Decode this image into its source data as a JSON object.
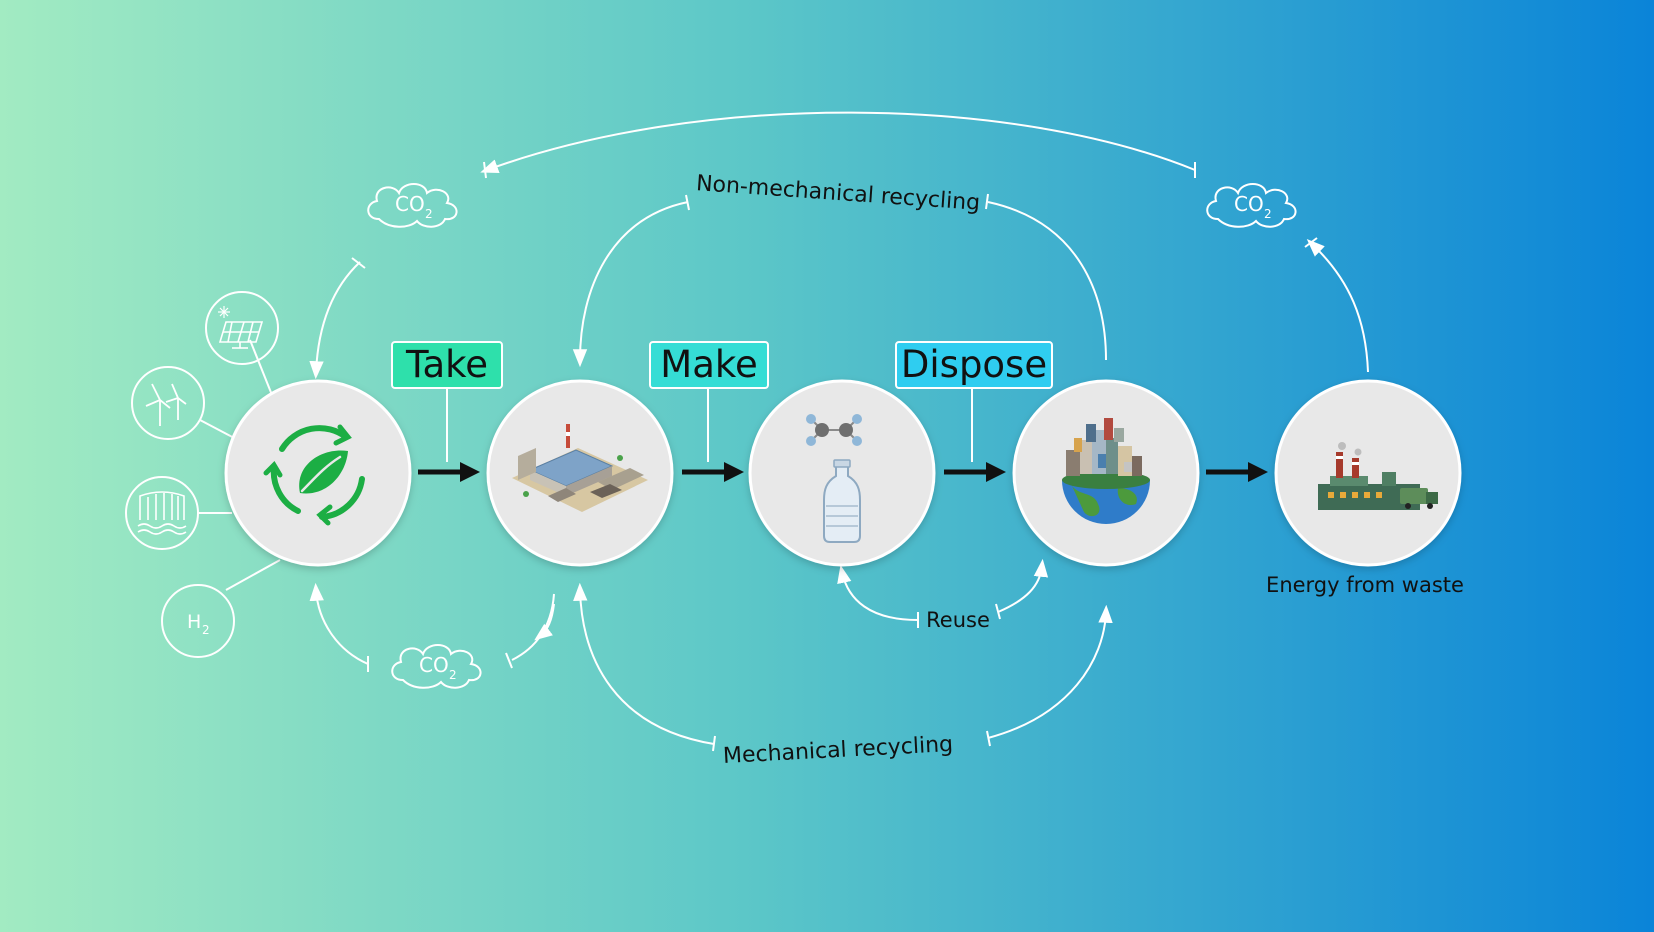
{
  "stages": [
    {
      "key": "take",
      "label": "Take",
      "color": "#2ee0ab"
    },
    {
      "key": "make",
      "label": "Make",
      "color": "#35ddd5"
    },
    {
      "key": "dispose",
      "label": "Dispose",
      "color": "#2fcdf0"
    }
  ],
  "labels": {
    "non_mechanical": "Non-mechanical recycling",
    "mechanical": "Mechanical recycling",
    "reuse": "Reuse",
    "energy_from_waste": "Energy from waste",
    "co2_main": "CO",
    "co2_sub": "2",
    "h2_main": "H",
    "h2_sub": "2"
  },
  "nodes": [
    {
      "key": "renewable-feedstock",
      "icon": "recycle-leaf-icon"
    },
    {
      "key": "factory",
      "icon": "factory-icon"
    },
    {
      "key": "product",
      "icon": "bottle-molecule-icon"
    },
    {
      "key": "waste",
      "icon": "earth-waste-icon"
    },
    {
      "key": "incinerator",
      "icon": "power-plant-icon"
    }
  ],
  "energy_sources": [
    "solar-panel-icon",
    "wind-turbine-icon",
    "hydro-dam-icon",
    "hydrogen-icon"
  ],
  "colors": {
    "gradient_start": "#a2ebc2",
    "gradient_mid": "#5cc7c8",
    "gradient_end": "#0a84d8",
    "node_fill": "#e8e8e8",
    "recycle_green": "#1cae44",
    "arrow": "#111111",
    "line": "#ffffff"
  }
}
